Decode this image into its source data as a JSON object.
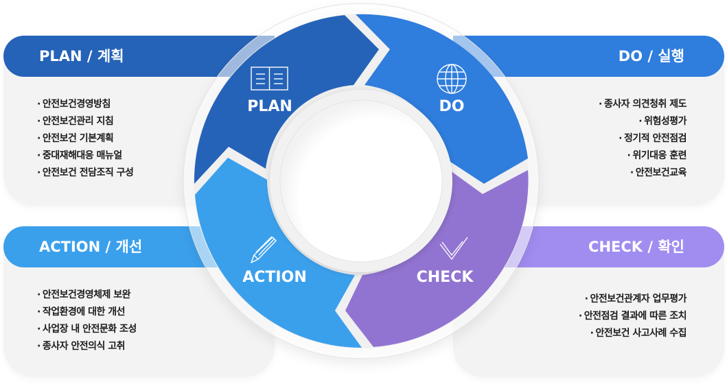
{
  "colors": {
    "plan": "#2563b8",
    "do": "#2f7ddd",
    "action": "#3ba0ec",
    "check": "#9174d1",
    "check_header": "#a18cf0",
    "card_bg": "#f3f3f3",
    "text": "#1b1b1b"
  },
  "cycle": {
    "segments": [
      {
        "label": "PLAN",
        "icon": "open-book-icon"
      },
      {
        "label": "DO",
        "icon": "globe-icon"
      },
      {
        "label": "CHECK",
        "icon": "checkmark-icon"
      },
      {
        "label": "ACTION",
        "icon": "pencil-icon"
      }
    ]
  },
  "panels": {
    "plan": {
      "title": "PLAN / 계획",
      "items": [
        "안전보건경영방침",
        "안전보건관리 지침",
        "안전보건 기본계획",
        "중대재해대응 매뉴얼",
        "안전보건 전담조직 구성"
      ]
    },
    "do": {
      "title": "DO / 실행",
      "items": [
        "종사자 의견청취 제도",
        "위험성평가",
        "정기적 안전점검",
        "위기대응 훈련",
        "안전보건교육"
      ]
    },
    "action": {
      "title": "ACTION / 개선",
      "items": [
        "안전보건경영체제 보완",
        "작업환경에 대한 개선",
        "사업장 내 안전문화 조성",
        "종사자 안전의식 고취"
      ]
    },
    "check": {
      "title": "CHECK / 확인",
      "items": [
        "안전보건관계자 업무평가",
        "안전점검 결과에 따른 조치",
        "안전보건 사고사례 수집"
      ]
    }
  }
}
